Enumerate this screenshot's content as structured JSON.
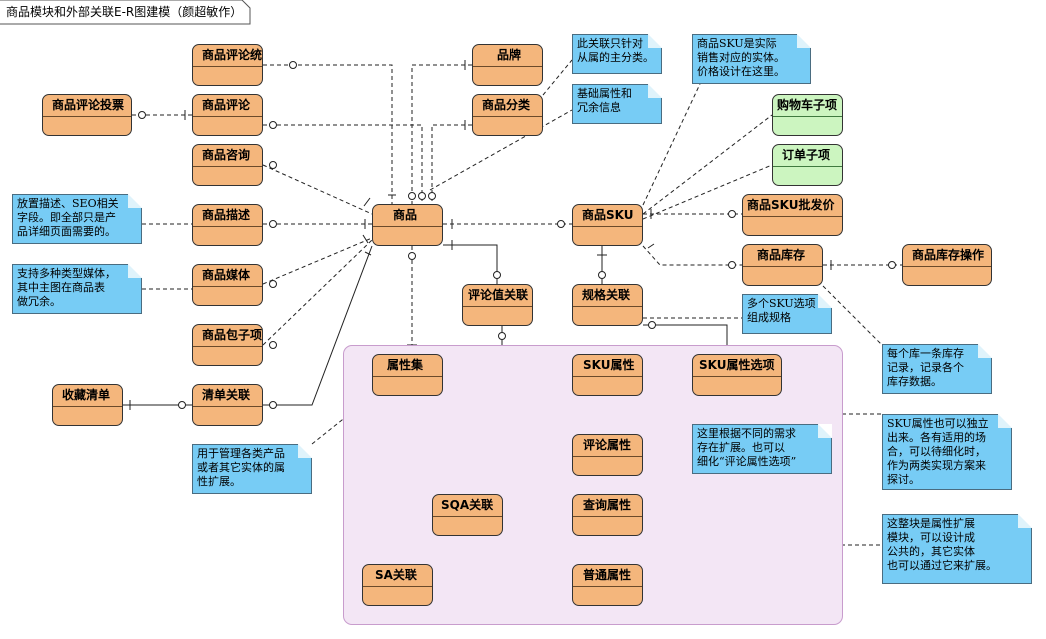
{
  "title": "商品模块和外部关联E-R图建模（颜超敏作）",
  "entities": {
    "review_stats": "商品评论统计",
    "brand": "品牌",
    "review_vote": "商品评论投票",
    "review": "商品评论",
    "category": "商品分类",
    "consult": "商品咨询",
    "description": "商品描述",
    "product": "商品",
    "sku": "商品SKU",
    "media": "商品媒体",
    "package_item": "商品包子项",
    "favorite": "收藏清单",
    "list_link": "清单关联",
    "review_value_link": "评论值关联",
    "spec_link": "规格关联",
    "cart_item": "购物车子项",
    "order_item": "订单子项",
    "sku_wholesale": "商品SKU批发价",
    "inventory": "商品库存",
    "inventory_op": "商品库存操作",
    "attr_set": "属性集",
    "sku_attr": "SKU属性",
    "sku_attr_option": "SKU属性选项",
    "review_attr": "评论属性",
    "sqa_link": "SQA关联",
    "query_attr": "查询属性",
    "sa_link": "SA关联",
    "common_attr": "普通属性"
  },
  "notes": {
    "category_note": "此关联只针对\n从属的主分类。",
    "base_note": "基础属性和\n冗余信息",
    "sku_note": "商品SKU是实际\n销售对应的实体。\n价格设计在这里。",
    "desc_note": "放置描述、SEO相关\n字段。即全部只是产\n品详细页面需要的。",
    "media_note": "支持多种类型媒体，\n其中主图在商品表\n做冗余。",
    "spec_note": "多个SKU选项\n组成规格",
    "inventory_note": "每个库一条库存\n记录，记录各个\n库存数据。",
    "attrset_note": "用于管理各类产品\n或者其它实体的属\n性扩展。",
    "review_attr_note": "这里根据不同的需求\n存在扩展。也可以\n细化“评论属性选项”",
    "sku_attr_note": "SKU属性也可以独立\n出来。各有适用的场\n合，可以待细化时，\n作为两类实现方案来\n探讨。",
    "module_note": "这整块是属性扩展\n模块，可以设计成\n公共的，其它实体\n也可以通过它来扩展。"
  },
  "colors": {
    "entity_fill": "#f4b67c",
    "entity_green": "#ccf5c0",
    "note_fill": "#77ccf5",
    "region_fill": "#f3e6f5"
  }
}
